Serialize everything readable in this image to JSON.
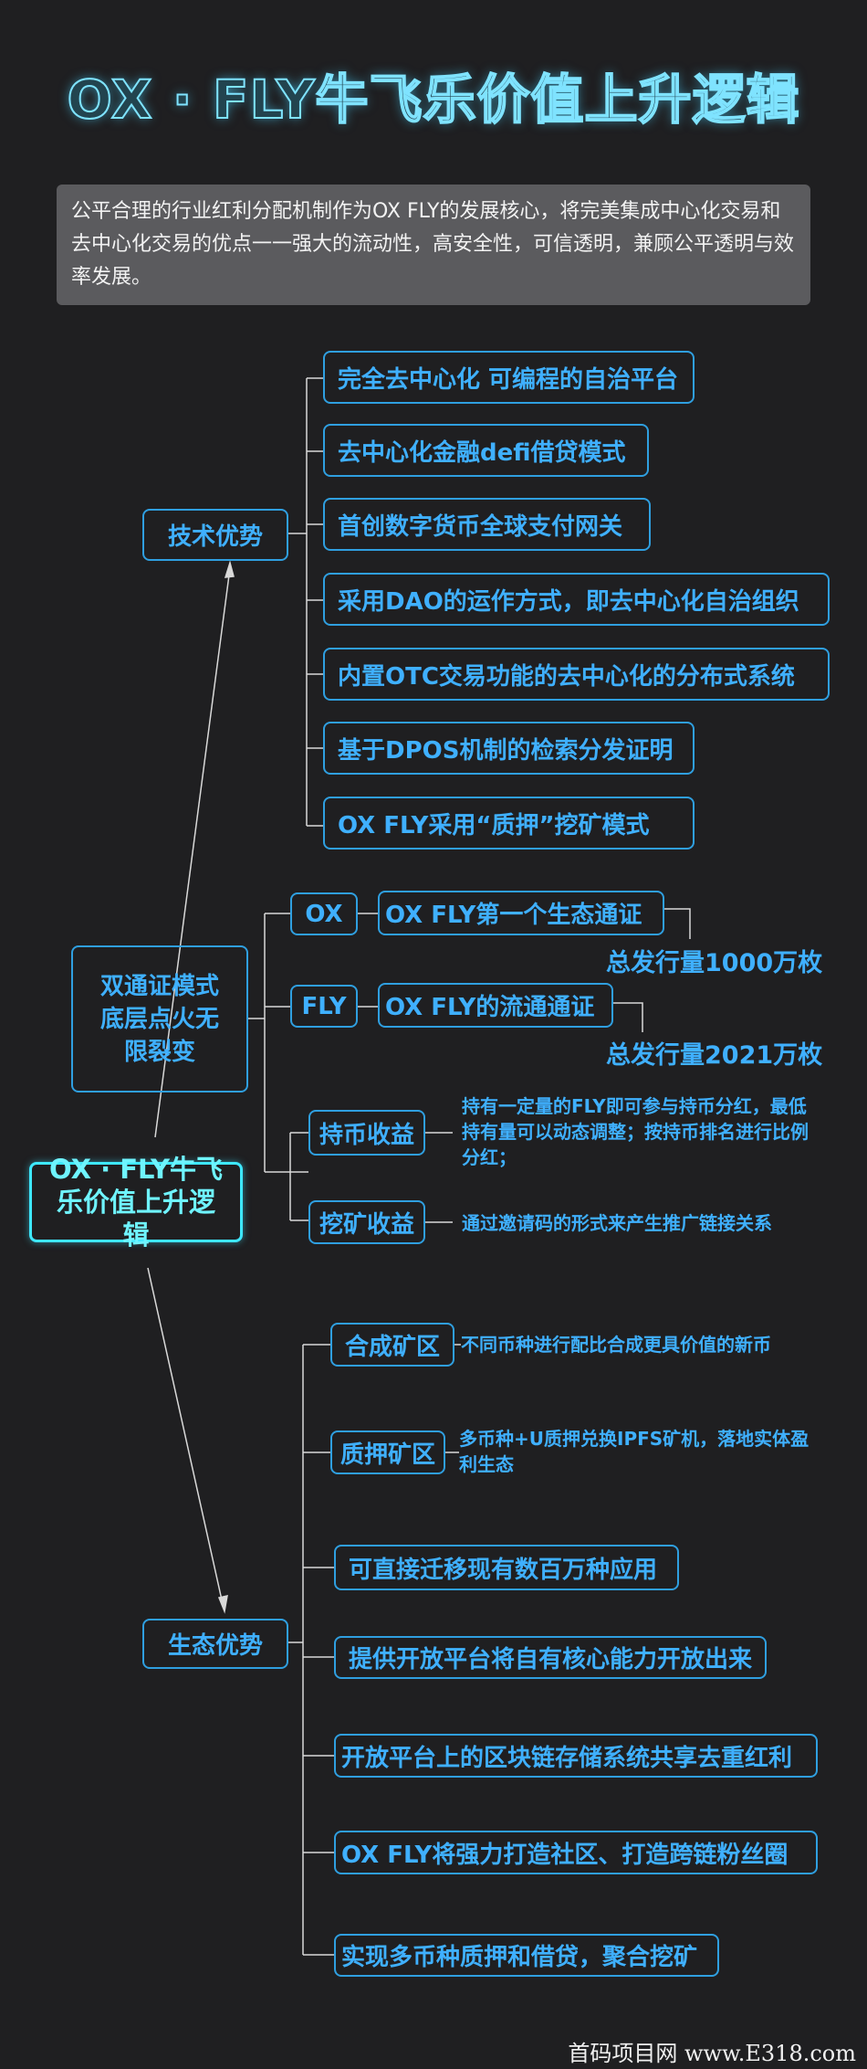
{
  "title": "OX · FLY牛飞乐价值上升逻辑",
  "intro": "公平合理的行业红利分配机制作为OX FLY的发展核心，将完美集成中心化交易和去中心化交易的优点一一强大的流动性，高安全性，可信透明，兼顾公平透明与效率发展。",
  "center": {
    "label": "OX · FLY牛飞乐价值上升逻辑"
  },
  "tech": {
    "label": "技术优势",
    "items": [
      "完全去中心化 可编程的自治平台",
      "去中心化金融defi借贷模式",
      "首创数字货币全球支付网关",
      "采用DAO的运作方式，即去中心化自治组织",
      "内置OTC交易功能的去中心化的分布式系统",
      "基于DPOS机制的检索分发证明",
      "OX FLY采用“质押”挖矿模式"
    ]
  },
  "dual": {
    "label": "双通证模式底层点火无限裂变",
    "ox": {
      "label": "OX",
      "desc": "OX FLY第一个生态通证",
      "supply": "总发行量1000万枚"
    },
    "fly": {
      "label": "FLY",
      "desc": "OX FLY的流通通证",
      "supply": "总发行量2021万枚"
    },
    "holding": {
      "label": "持币收益",
      "desc": "持有一定量的FLY即可参与持币分红，最低持有量可以动态调整；按持币排名进行比例分红；"
    },
    "mining": {
      "label": "挖矿收益",
      "desc": "通过邀请码的形式来产生推广链接关系"
    }
  },
  "eco": {
    "label": "生态优势",
    "synth": {
      "label": "合成矿区",
      "desc": "不同币种进行配比合成更具价值的新币"
    },
    "pledge": {
      "label": "质押矿区",
      "desc": "多币种+U质押兑换IPFS矿机，落地实体盈利生态"
    },
    "items": [
      "可直接迁移现有数百万种应用",
      "提供开放平台将自有核心能力开放出来",
      "开放平台上的区块链存储系统共享去重红利",
      "OX FLY将强力打造社区、打造跨链粉丝圈",
      "实现多币种质押和借贷，聚合挖矿"
    ]
  },
  "footer": "首码项目网  www.E318.com",
  "colors": {
    "background": "#1f1f21",
    "box_border": "#2f9fe0",
    "text": "#3fb0ff",
    "main_border": "#3ee8ff",
    "intro_bg": "#5b5b5e"
  }
}
